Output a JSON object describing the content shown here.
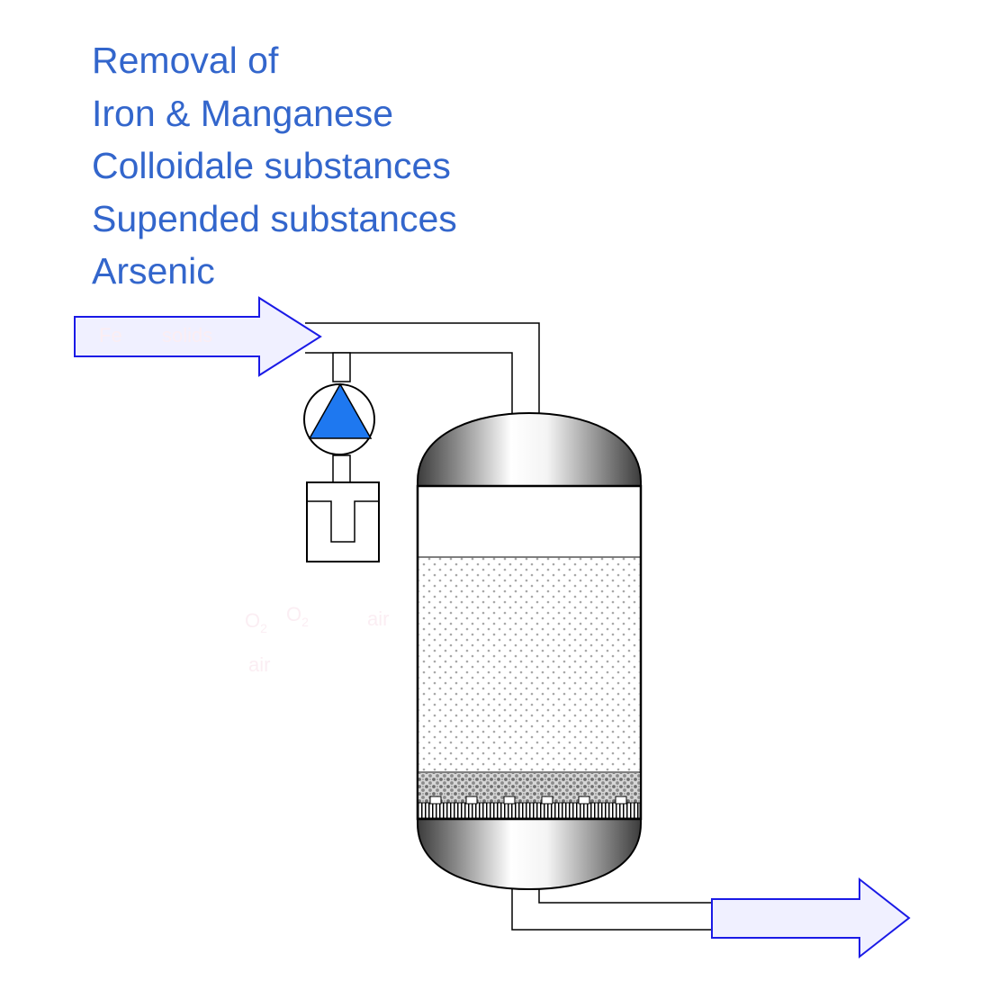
{
  "titles": [
    "Removal of",
    "Iron & Manganese",
    "Colloidale substances",
    "Supended substances",
    "Arsenic"
  ],
  "labels": {
    "inlet_fe": "Fe",
    "inlet_solids": "solids",
    "o2_left": "O",
    "o2_left_sub": "2",
    "o2_right": "O",
    "o2_right_sub": "2",
    "air_right": "air",
    "air_left": "air"
  },
  "colors": {
    "title_text": "#3366cc",
    "arrow_stroke": "#1a1ae6",
    "arrow_fill": "#f0f0ff",
    "pump_triangle": "#1e78f0",
    "faint_label": "#fbeef3"
  }
}
